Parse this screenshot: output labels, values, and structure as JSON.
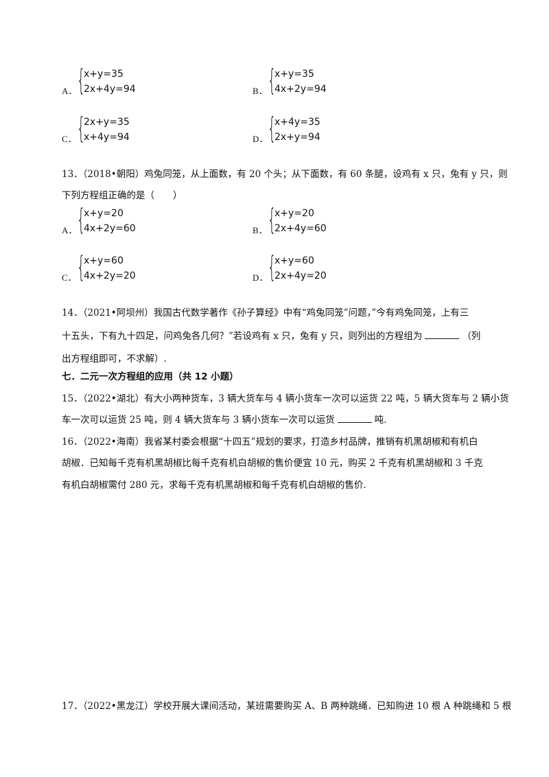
{
  "q12_options": [
    {
      "letter": "A．",
      "eq1": "x+y=35",
      "eq2": "2x+4y=94"
    },
    {
      "letter": "B．",
      "eq1": "x+y=35",
      "eq2": "4x+2y=94"
    },
    {
      "letter": "C．",
      "eq1": "2x+y=35",
      "eq2": "x+4y=94"
    },
    {
      "letter": "D．",
      "eq1": "x+4y=35",
      "eq2": "2x+y=94"
    }
  ],
  "q13": {
    "line1": "13．（2018•朝阳）鸡兔同笼，从上面数，有 20 个头；从下面数，有 60 条腿，设鸡有 x 只，兔有 y 只，则",
    "line2": "下列方程组正确的是（　　）",
    "options": [
      {
        "letter": "A．",
        "eq1": "x+y=20",
        "eq2": "4x+2y=60"
      },
      {
        "letter": "B．",
        "eq1": "x+y=20",
        "eq2": "2x+4y=60"
      },
      {
        "letter": "C．",
        "eq1": "x+y=60",
        "eq2": "4x+2y=20"
      },
      {
        "letter": "D．",
        "eq1": "x+y=60",
        "eq2": "2x+4y=20"
      }
    ]
  },
  "q14": {
    "line1": "14．（2021•阿坝州）我国古代数学著作《孙子算经》中有“鸡兔同笼”问题，”今有鸡兔同笼，上有三",
    "line2_pre": "十五头，下有九十四足，问鸡兔各几何？”若设鸡有 x 只，兔有 y 只，则列出的方程组为",
    "line2_post": "（列",
    "line3": "出方程组即可，不求解）."
  },
  "section_title": "七．二元一次方程组的应用（共 12 小题）",
  "q15": {
    "line1": "15．（2022•湖北）有大小两种货车，3 辆大货车与 4 辆小货车一次可以运货 22 吨，5 辆大货车与 2 辆小货",
    "line2_pre": "车一次可以运货 25 吨，则 4 辆大货车与 3 辆小货车一次可以运货",
    "line2_post": "吨."
  },
  "q16": {
    "line1": "16．（2022•海南）我省某村委会根据“十四五”规划的要求，打造乡村品牌，推销有机黑胡椒和有机白",
    "line2": "胡椒．已知每千克有机黑胡椒比每千克有机白胡椒的售价便宜 10 元，购买 2 千克有机黑胡椒和 3 千克",
    "line3": "有机白胡椒需付 280 元，求每千克有机黑胡椒和每千克有机白胡椒的售价."
  },
  "q17": {
    "line1": "17．（2022•黑龙江）学校开展大课间活动，某班需要购买 A、B 两种跳绳．已知购进 10 根 A 种跳绳和 5 根"
  }
}
